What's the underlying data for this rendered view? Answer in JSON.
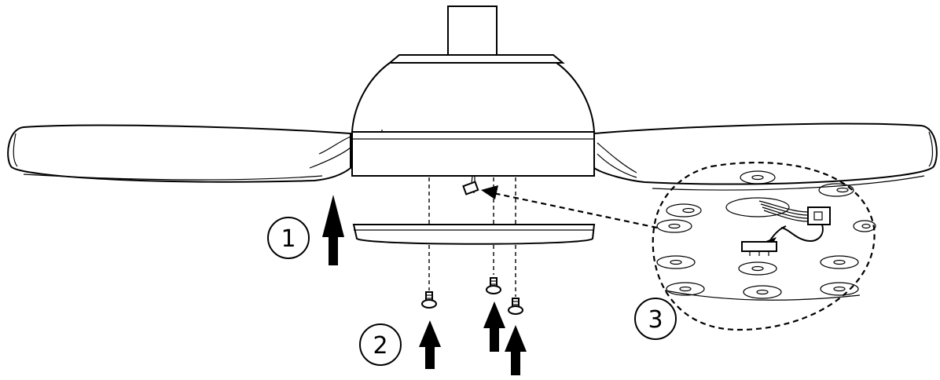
{
  "steps": [
    {
      "number": "1"
    },
    {
      "number": "2"
    },
    {
      "number": "3"
    }
  ],
  "colors": {
    "line": "#000000",
    "background": "#ffffff"
  }
}
